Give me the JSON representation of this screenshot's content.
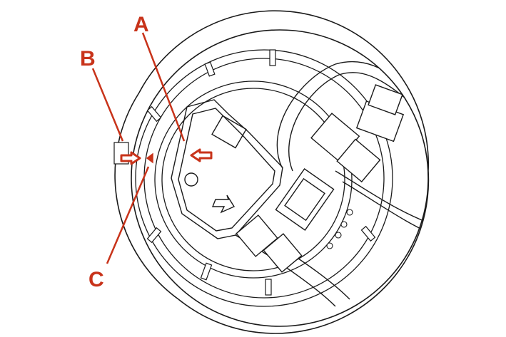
{
  "callouts": {
    "a": {
      "label": "A"
    },
    "b": {
      "label": "B"
    },
    "c": {
      "label": "C"
    }
  },
  "colors": {
    "accent": "#c8331a",
    "ink": "#1a1a1a",
    "background": "#ffffff"
  }
}
